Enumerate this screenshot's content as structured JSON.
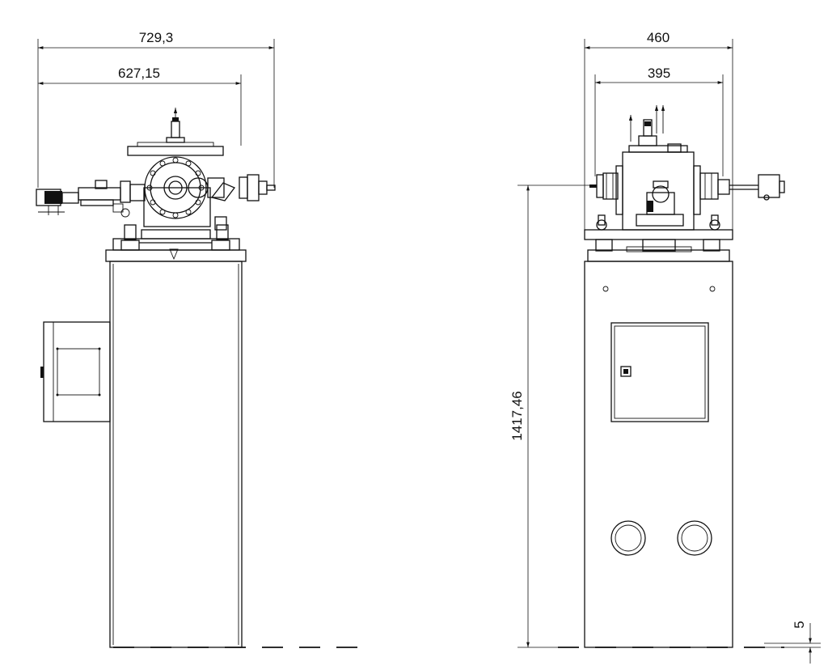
{
  "dimensions": {
    "front_overall_width": "729,3",
    "front_inner_width": "627,15",
    "side_overall_width": "460",
    "side_inner_width": "395",
    "side_height": "1417,46",
    "ground_clearance": "5"
  },
  "colors": {
    "line": "#111111",
    "background": "#ffffff"
  }
}
